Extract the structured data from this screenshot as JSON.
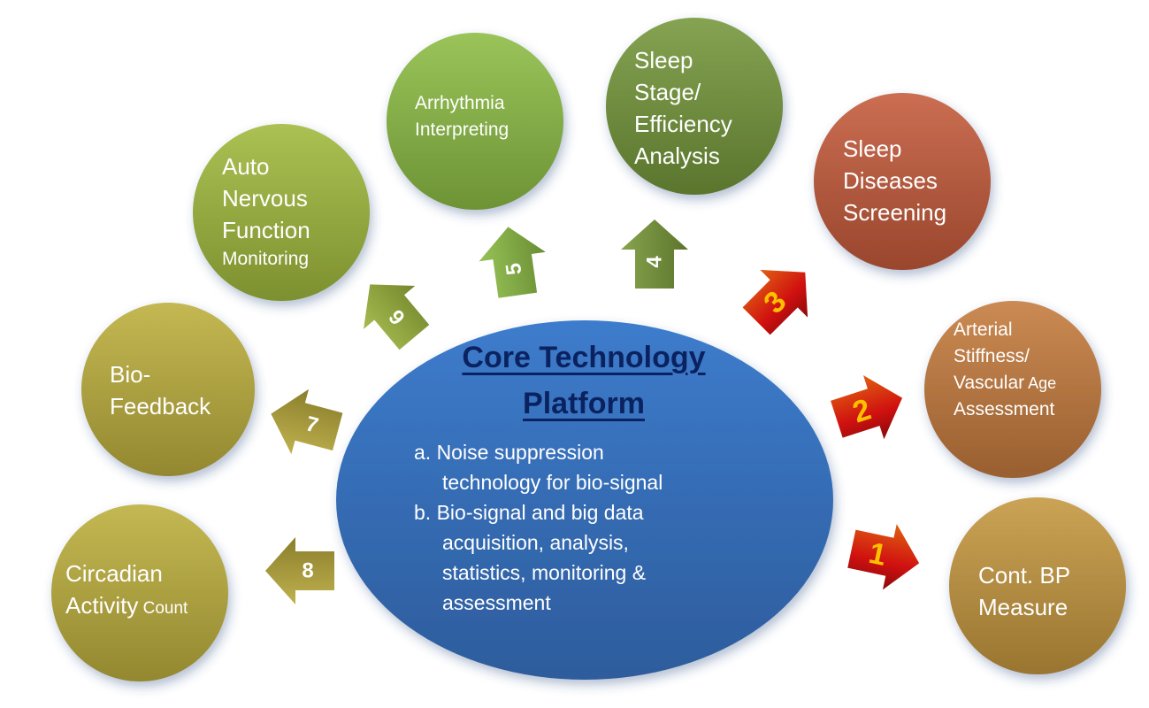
{
  "core": {
    "title_line1": "Core Technology",
    "title_line2": "Platform",
    "item_a_1": "a. Noise suppression",
    "item_a_2": "technology for bio-signal",
    "item_b_1": "b. Bio-signal and big data",
    "item_b_2": "acquisition, analysis,",
    "item_b_3": "statistics, monitoring &",
    "item_b_4": "assessment",
    "color": "#3a72c0"
  },
  "nodes": [
    {
      "id": "cont-bp",
      "lines": [
        "Cont. BP",
        "Measure"
      ],
      "color": "#c4963e"
    },
    {
      "id": "arterial",
      "lines": [
        "Arterial",
        "Stiffness/",
        "Vascular Age",
        "Assessment"
      ],
      "color": "#c47a3c"
    },
    {
      "id": "sleep-diseases",
      "lines": [
        "Sleep",
        "Diseases",
        "Screening"
      ],
      "color": "#c45a3a"
    },
    {
      "id": "sleep-stage",
      "lines": [
        "Sleep",
        "Stage/",
        "Efficiency",
        "Analysis"
      ],
      "color": "#74963a"
    },
    {
      "id": "arrhythmia",
      "lines": [
        "Arrhythmia",
        "Interpreting"
      ],
      "color": "#8cbc44"
    },
    {
      "id": "auto-nervous",
      "lines": [
        "Auto",
        "Nervous",
        "Function",
        "Monitoring"
      ],
      "color": "#a0b83c"
    },
    {
      "id": "bio-feedback",
      "lines": [
        "Bio-",
        "Feedback"
      ],
      "color": "#bcae3c"
    },
    {
      "id": "circadian",
      "lines": [
        "Circadian",
        "Activity Count"
      ],
      "color": "#bcae3c"
    }
  ],
  "arrows": [
    {
      "label": "1",
      "color": "#d62a10"
    },
    {
      "label": "2",
      "color": "#d62a10"
    },
    {
      "label": "3",
      "color": "#d62a10"
    },
    {
      "label": "4",
      "color": "#7a9a3a"
    },
    {
      "label": "5",
      "color": "#8cbc44"
    },
    {
      "label": "6",
      "color": "#9cb43c"
    },
    {
      "label": "7",
      "color": "#b8a83a"
    },
    {
      "label": "8",
      "color": "#b8a83a"
    }
  ]
}
